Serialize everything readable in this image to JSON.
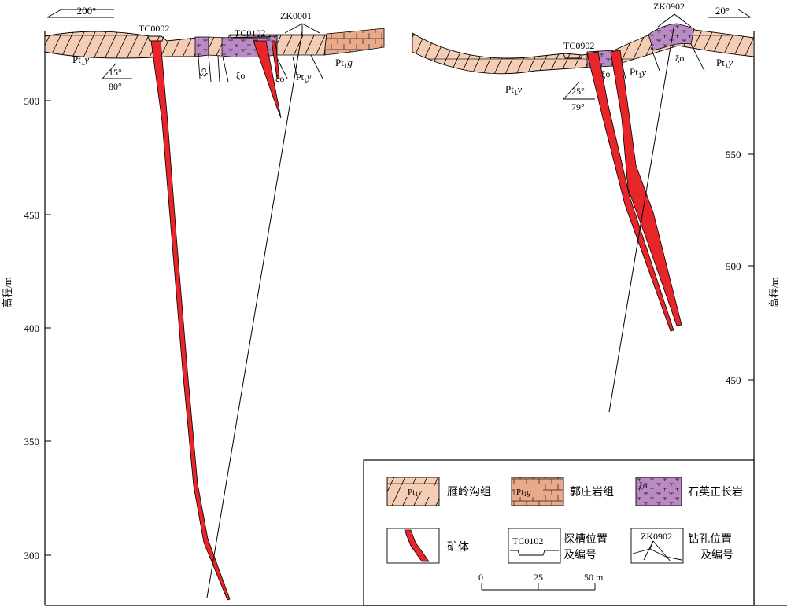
{
  "left_section": {
    "azimuth": "200°",
    "axis_label": "高程/m",
    "ticks": [
      "500",
      "450",
      "400",
      "350",
      "300"
    ],
    "trench": "TC0002",
    "trench2": "TC0102",
    "drill": "ZK0001",
    "rock_y": "Pt",
    "rock_y_sub": "1",
    "rock_y_suf": "y",
    "rock_g_suf": "g",
    "xi": "ξo",
    "dip_az": "15°",
    "dip": "80°"
  },
  "right_section": {
    "azimuth": "20°",
    "axis_label": "高程/m",
    "ticks": [
      "550",
      "500",
      "450"
    ],
    "trench": "TC0902",
    "drill": "ZK0902",
    "dip_az": "25°",
    "dip": "79°"
  },
  "legend": {
    "yanling": "雁岭沟组",
    "guozhuang": "郭庄岩组",
    "quartz": "石英正长岩",
    "ore": "矿体",
    "trench_l1": "探槽位置",
    "trench_l2": "及编号",
    "drill_l1": "钻孔位置",
    "drill_l2": "及编号",
    "sample_trench": "TC0102",
    "sample_drill": "ZK0902",
    "scale_0": "0",
    "scale_25": "25",
    "scale_50": "50 m"
  },
  "colors": {
    "yanling": "#f5cdb4",
    "guozhuang": "#eaa98a",
    "quartz": "#b98ac3",
    "ore": "#e8262a"
  }
}
